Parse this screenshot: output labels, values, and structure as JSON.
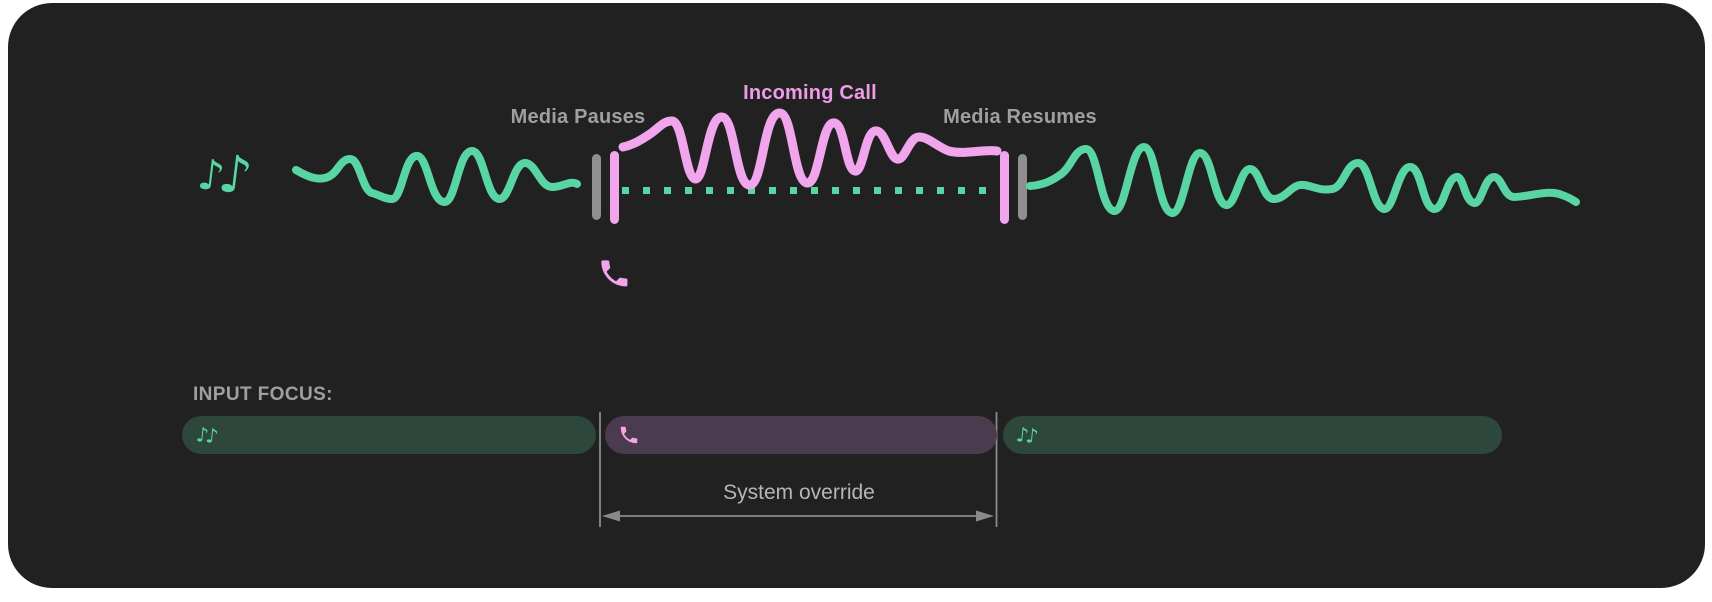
{
  "colors": {
    "page_bg": "#ffffff",
    "card_bg": "#212121",
    "media_green": "#58d5a2",
    "call_pink": "#f0a5ec",
    "call_text_pink": "#ee9ce8",
    "marker_gray": "#8f8f8f",
    "label_gray": "#9da0a3",
    "annotation_gray": "#b6b6b6",
    "guide_gray": "#8a8a8a",
    "focus_media_bg": "#2d473c",
    "focus_call_bg": "#4b3b4e"
  },
  "icons": {
    "music_note": "♪",
    "music_note_pair": "♪♪"
  },
  "timeline": {
    "media_pauses_label": "Media Pauses",
    "incoming_call_label": "Incoming Call",
    "media_resumes_label": "Media Resumes"
  },
  "input_focus": {
    "heading": "INPUT FOCUS:",
    "annotation": "System override"
  }
}
